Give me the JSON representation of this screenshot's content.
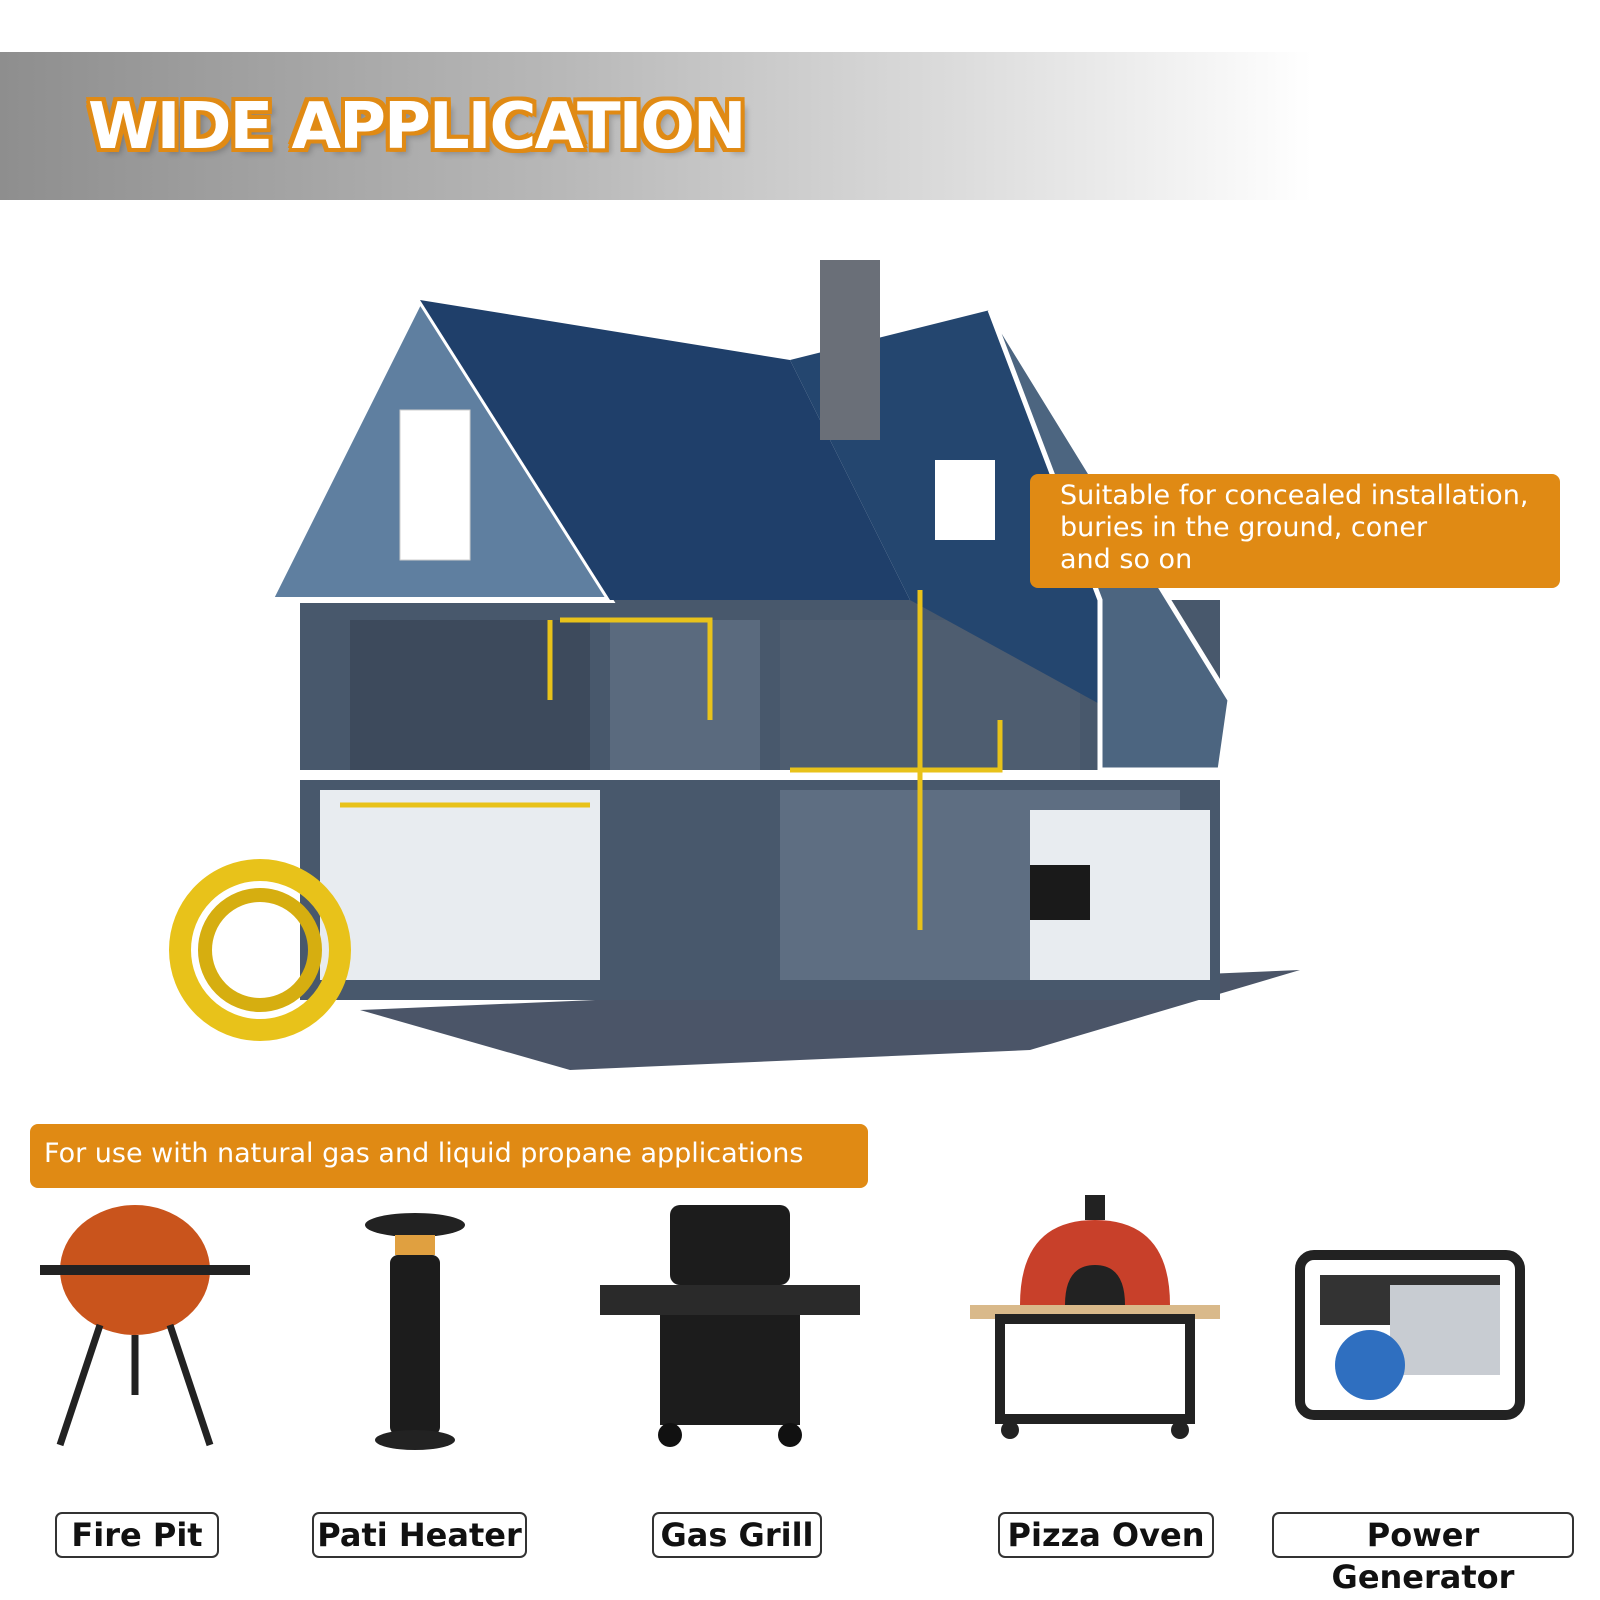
{
  "header": {
    "title": "WIDE APPLICATION"
  },
  "callouts": {
    "concealed": [
      "Suitable for concealed installation,",
      "buries in the ground, coner",
      "and so on"
    ],
    "usage": "For use with natural gas and liquid propane applications"
  },
  "applications": [
    {
      "label": "Fire Pit",
      "icon": "fire-pit-icon"
    },
    {
      "label": "Pati Heater",
      "icon": "patio-heater-icon"
    },
    {
      "label": "Gas Grill",
      "icon": "gas-grill-icon"
    },
    {
      "label": "Pizza Oven",
      "icon": "pizza-oven-icon"
    },
    {
      "label": "Power Generator",
      "icon": "power-generator-icon"
    }
  ],
  "colors": {
    "accent": "#e08a14",
    "roof": "#1e3d66",
    "wall": "#4a5a6e",
    "hose": "#e8c21a"
  }
}
